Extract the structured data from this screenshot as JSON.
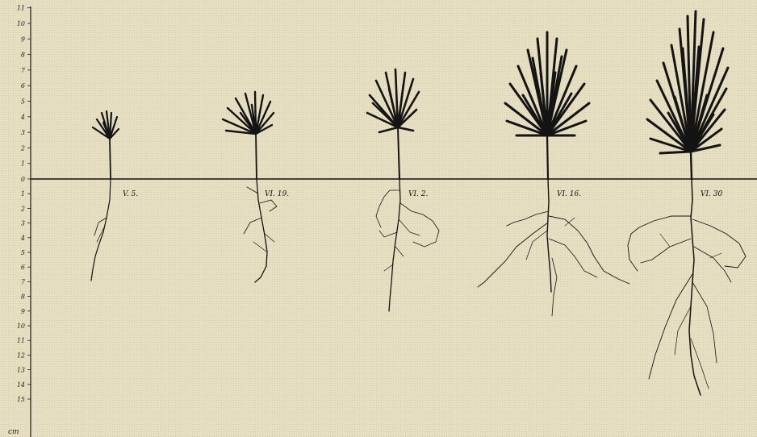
{
  "figure": {
    "axis": {
      "unit_label": "cm",
      "upper_ticks": [
        "11",
        "10",
        "9",
        "8",
        "7",
        "6",
        "5",
        "4",
        "3",
        "2",
        "1",
        "0"
      ],
      "lower_ticks": [
        "1",
        "2",
        "3",
        "4",
        "5",
        "6",
        "7",
        "8",
        "9",
        "10",
        "11",
        "12",
        "13",
        "14",
        "15"
      ]
    },
    "seedlings": [
      {
        "date": "V. 5."
      },
      {
        "date": "VI. 19."
      },
      {
        "date": "VI. 2."
      },
      {
        "date": "VI. 16."
      },
      {
        "date": "VI. 30"
      }
    ],
    "colors": {
      "paper": "#e6dfc2",
      "ink": "#141414"
    }
  }
}
